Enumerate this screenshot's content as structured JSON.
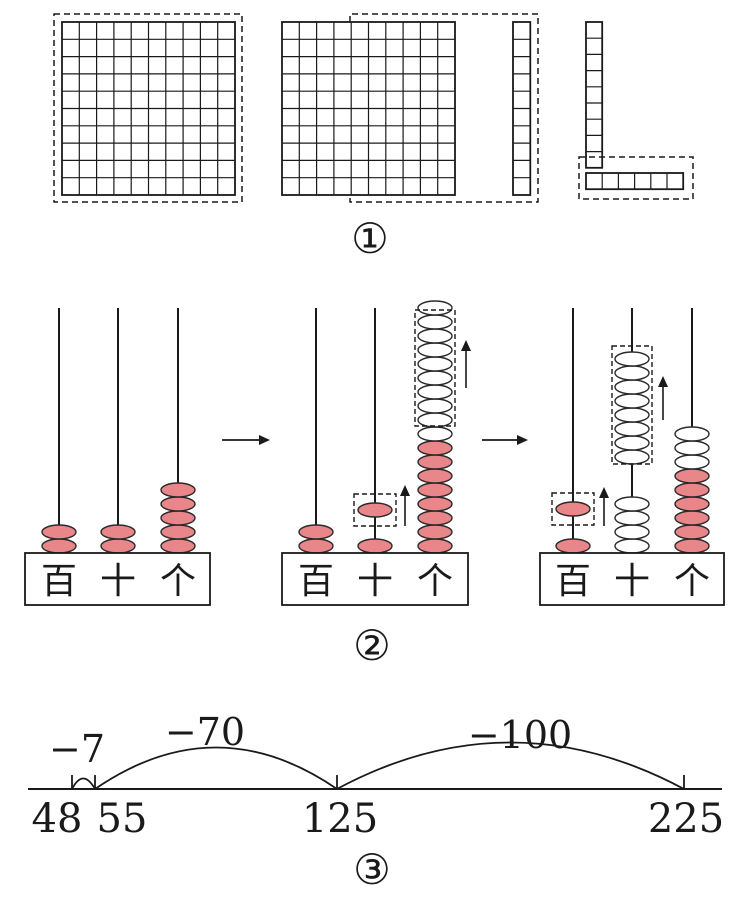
{
  "section_labels": {
    "part1": "①",
    "part2": "②",
    "part3": "③"
  },
  "abacus_place_labels": {
    "hundreds": "百",
    "tens": "十",
    "ones": "个"
  },
  "number_line": {
    "jumps": [
      {
        "label": "−7"
      },
      {
        "label": "−70"
      },
      {
        "label": "−100"
      }
    ],
    "tick_labels": {
      "t48": "48",
      "t55": "55",
      "t125": "125",
      "t225": "225"
    }
  },
  "colors": {
    "ink": "#1a1a1a",
    "bead_fill": "#e8868a",
    "bead_stroke": "#2a2a2a",
    "hollow_bead_fill": "#ffffff"
  }
}
